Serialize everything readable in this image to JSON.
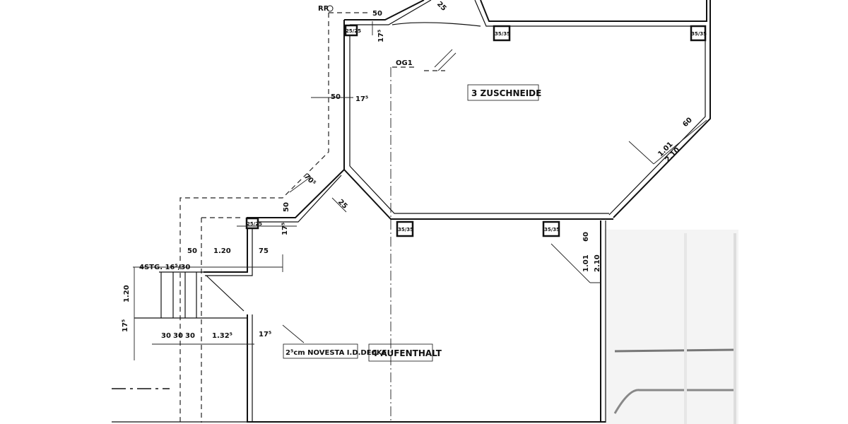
{
  "plan": {
    "rooms": [
      {
        "label": "3 ZUSCHNEIDE"
      },
      {
        "label": "4 AUFENTHALT"
      }
    ],
    "annotations": {
      "rr": "RR",
      "og1": "OG1",
      "stairs": "4STG. 16⁵/30",
      "ceiling_note": "2⁵cm NOVESTA I.D.DECKE"
    },
    "columns": [
      "35/35",
      "35/35",
      "35/35",
      "35/35",
      "25/25",
      "25/25"
    ],
    "dimensions": [
      "50",
      "17⁵",
      "25",
      "50",
      "17⁵",
      "70⁵",
      "25",
      "50",
      "17⁵",
      "50",
      "1.20",
      "75",
      "1.20",
      "17⁵",
      "30",
      "30",
      "30",
      "1.32⁵",
      "17⁵",
      "60",
      "1.01",
      "2.10",
      "60",
      "1.01",
      "2.10"
    ]
  }
}
